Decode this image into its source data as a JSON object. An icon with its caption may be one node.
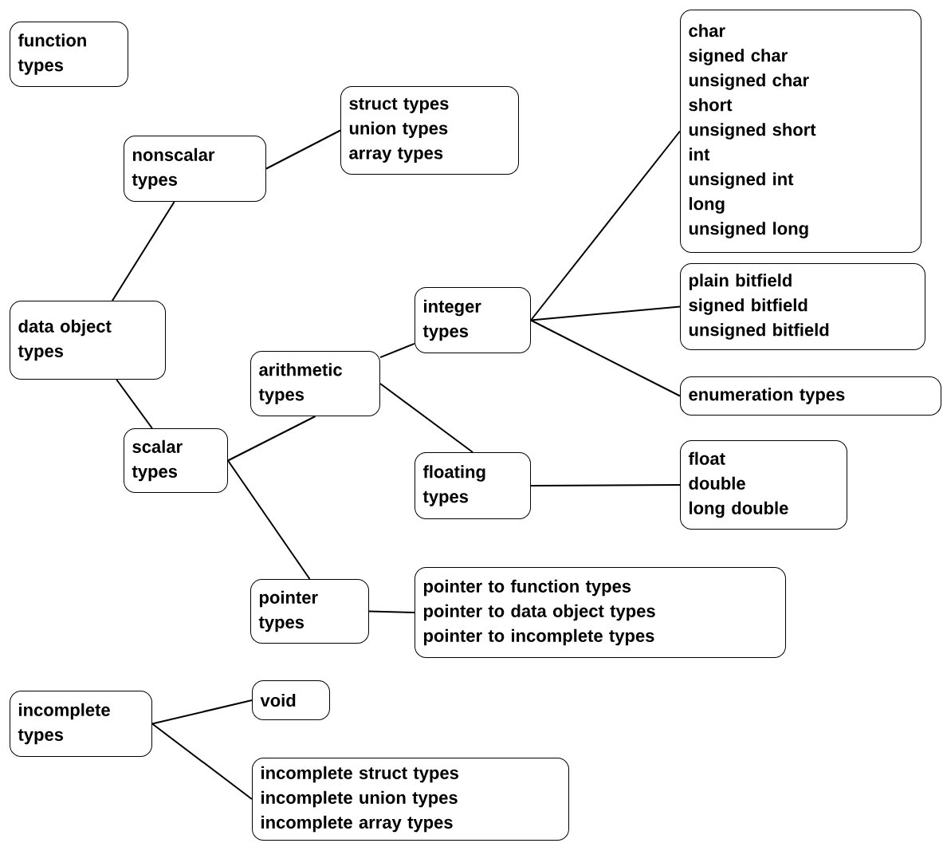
{
  "diagram": {
    "nodes": [
      {
        "text": [
          "function types"
        ]
      },
      {
        "text": [
          "nonscalar types"
        ]
      },
      {
        "text": [
          "struct types",
          "union types",
          "array types"
        ]
      },
      {
        "text": [
          "data object types"
        ]
      },
      {
        "text": [
          "scalar types"
        ]
      },
      {
        "text": [
          "arithmetic types"
        ]
      },
      {
        "text": [
          "integer types"
        ]
      },
      {
        "text": [
          "char",
          "signed char",
          "unsigned char",
          "short",
          "unsigned short",
          "int",
          "unsigned int",
          "long",
          "unsigned long"
        ]
      },
      {
        "text": [
          "plain bitfield",
          "signed bitfield",
          "unsigned bitfield"
        ]
      },
      {
        "text": [
          "enumeration types"
        ]
      },
      {
        "text": [
          "floating types"
        ]
      },
      {
        "text": [
          "float",
          "double",
          "long double"
        ]
      },
      {
        "text": [
          "pointer types"
        ]
      },
      {
        "text": [
          "pointer to function types",
          "pointer to data object  types",
          "pointer to incomplete types"
        ]
      },
      {
        "text": [
          "incomplete types"
        ]
      },
      {
        "text": [
          "void"
        ]
      },
      {
        "text": [
          "incomplete struct types",
          "incomplete union types",
          "incomplete array types"
        ]
      }
    ],
    "edges": [
      {
        "from": 1,
        "to": 2,
        "arrow": "none"
      },
      {
        "from": 3,
        "to": 1,
        "arrow": "none"
      },
      {
        "from": 3,
        "to": 4,
        "arrow": "none"
      },
      {
        "from": 4,
        "to": 5,
        "arrow": "none"
      },
      {
        "from": 4,
        "to": 12,
        "arrow": "none"
      },
      {
        "from": 5,
        "to": 6,
        "arrow": "none"
      },
      {
        "from": 5,
        "to": 10,
        "arrow": "none"
      },
      {
        "from": 6,
        "to": 7,
        "arrow": "none"
      },
      {
        "from": 6,
        "to": 8,
        "arrow": "none"
      },
      {
        "from": 6,
        "to": 9,
        "arrow": "none"
      },
      {
        "from": 10,
        "to": 11,
        "arrow": "none"
      },
      {
        "from": 12,
        "to": 13,
        "arrow": "none"
      },
      {
        "from": 14,
        "to": 15,
        "arrow": "none"
      },
      {
        "from": 14,
        "to": 16,
        "arrow": "none"
      }
    ]
  }
}
